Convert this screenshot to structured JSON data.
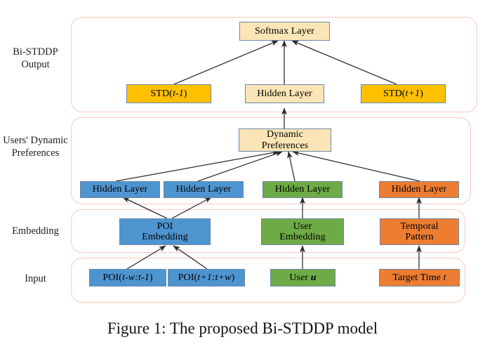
{
  "figure": {
    "caption": "Figure 1: The proposed Bi-STDDP model",
    "title": "The proposed Bi-STDDP model"
  },
  "colors": {
    "cream": "#fbe5b6",
    "gold": "#ffc000",
    "blue": "#4e95d0",
    "green": "#6eab46",
    "orange": "#ed7d31",
    "node_border": "#6b87a8",
    "section_border": "#f6c9bd",
    "arrow": "#2b2b2b",
    "background": "#ffffff"
  },
  "sections": [
    {
      "id": "output",
      "label": "Bi-STDDP\nOutput"
    },
    {
      "id": "preferences",
      "label": "Users'\nDynamic\nPreferences"
    },
    {
      "id": "embedding",
      "label": "Embedding"
    },
    {
      "id": "input",
      "label": "Input"
    }
  ],
  "nodes": {
    "softmax": {
      "label": "Softmax Layer",
      "fill": "cream"
    },
    "std_prev": {
      "label": "STD(t-1)",
      "fill": "gold"
    },
    "hidden_output": {
      "label": "Hidden Layer",
      "fill": "cream"
    },
    "std_next": {
      "label": "STD(t+1)",
      "fill": "gold"
    },
    "dynamic_pref": {
      "label": "Dynamic\nPreferences",
      "fill": "cream"
    },
    "hidden_poi_1": {
      "label": "Hidden Layer",
      "fill": "blue"
    },
    "hidden_poi_2": {
      "label": "Hidden Layer",
      "fill": "blue"
    },
    "hidden_user": {
      "label": "Hidden Layer",
      "fill": "green"
    },
    "hidden_time": {
      "label": "Hidden Layer",
      "fill": "orange"
    },
    "poi_embedding": {
      "label": "POI\nEmbedding",
      "fill": "blue"
    },
    "user_embedding": {
      "label": "User\nEmbedding",
      "fill": "green"
    },
    "temporal_pattern": {
      "label": "Temporal\nPattern",
      "fill": "orange"
    },
    "poi_past": {
      "label": "POI(t-w:t-1)",
      "fill": "blue"
    },
    "poi_future": {
      "label": "POI(t+1:t+w)",
      "fill": "blue"
    },
    "user_u": {
      "label": "User u",
      "fill": "green"
    },
    "target_time": {
      "label": "Target Time t",
      "fill": "orange"
    }
  },
  "edges": [
    {
      "from": "std_prev",
      "to": "softmax"
    },
    {
      "from": "hidden_output",
      "to": "softmax"
    },
    {
      "from": "std_next",
      "to": "softmax"
    },
    {
      "from": "dynamic_pref",
      "to": "hidden_output"
    },
    {
      "from": "hidden_poi_1",
      "to": "dynamic_pref"
    },
    {
      "from": "hidden_poi_2",
      "to": "dynamic_pref"
    },
    {
      "from": "hidden_user",
      "to": "dynamic_pref"
    },
    {
      "from": "hidden_time",
      "to": "dynamic_pref"
    },
    {
      "from": "poi_embedding",
      "to": "hidden_poi_1"
    },
    {
      "from": "poi_embedding",
      "to": "hidden_poi_2"
    },
    {
      "from": "user_embedding",
      "to": "hidden_user"
    },
    {
      "from": "temporal_pattern",
      "to": "hidden_time"
    },
    {
      "from": "poi_past",
      "to": "poi_embedding"
    },
    {
      "from": "poi_future",
      "to": "poi_embedding"
    },
    {
      "from": "user_u",
      "to": "user_embedding"
    },
    {
      "from": "target_time",
      "to": "temporal_pattern"
    }
  ]
}
